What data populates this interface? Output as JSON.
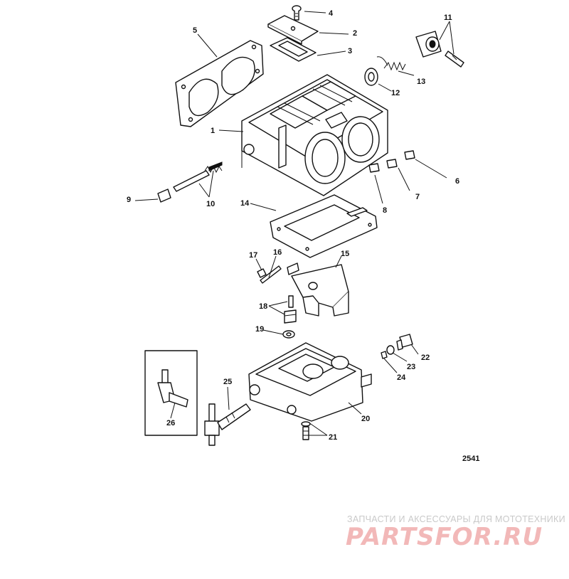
{
  "callouts": [
    "1",
    "2",
    "3",
    "4",
    "5",
    "6",
    "7",
    "8",
    "9",
    "10",
    "11",
    "12",
    "13",
    "14",
    "15",
    "16",
    "17",
    "18",
    "19",
    "20",
    "21",
    "22",
    "23",
    "24",
    "25",
    "26"
  ],
  "figure_number": "2541",
  "watermark": {
    "tagline": "ЗАПЧАСТИ И АКСЕССУАРЫ ДЛЯ МОТОТЕХНИКИ",
    "brand": "PARTSFOR.RU",
    "color": "#e8a0a0"
  }
}
